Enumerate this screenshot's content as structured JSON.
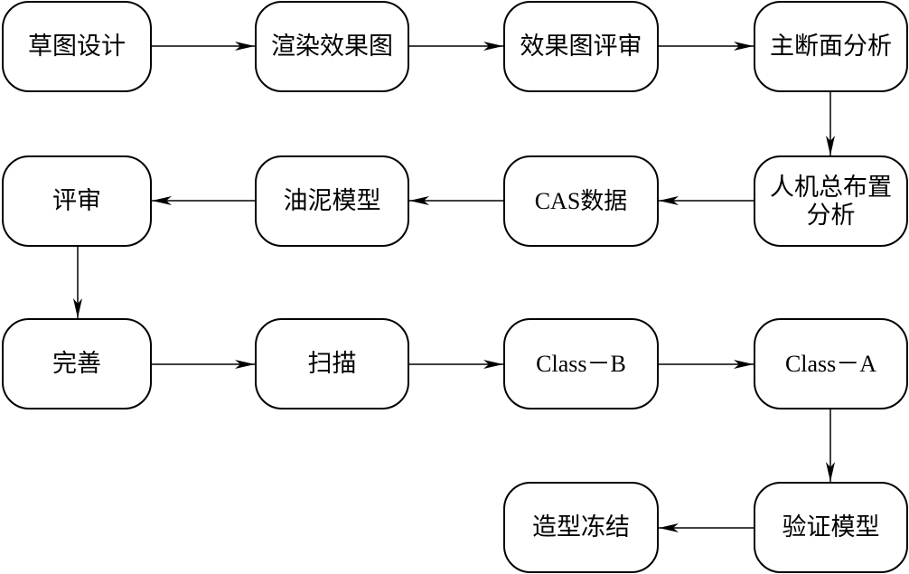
{
  "diagram": {
    "steps": [
      "草图设计",
      "渲染效果图",
      "效果图评审",
      "主断面分析",
      "人机总布置\n分析",
      "CAS数据",
      "油泥模型",
      "评审",
      "完善",
      "扫描",
      "Class－B",
      "Class－A",
      "验证模型",
      "造型冻结"
    ],
    "line_color": "#000000"
  }
}
